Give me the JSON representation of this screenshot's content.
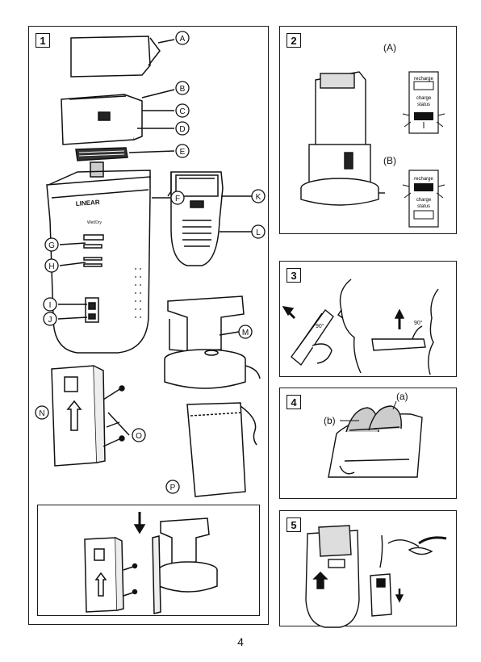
{
  "panels": {
    "p1": {
      "number": "1"
    },
    "p2": {
      "number": "2",
      "state_a": "(A)",
      "state_b": "(B)",
      "indicator_recharge": "recharge",
      "indicator_charge": "charge",
      "indicator_status": "status"
    },
    "p3": {
      "number": "3",
      "angle_left": "90°",
      "angle_right": "90°"
    },
    "p4": {
      "number": "4",
      "label_a": "(a)",
      "label_b": "(b)"
    },
    "p5": {
      "number": "5"
    }
  },
  "callouts": [
    "A",
    "B",
    "C",
    "D",
    "E",
    "F",
    "G",
    "H",
    "I",
    "J",
    "K",
    "L",
    "M",
    "N",
    "O",
    "P"
  ],
  "shaver_text": {
    "brand": "LINEAR",
    "mode": "Wet/Dry"
  },
  "page_number": "4"
}
